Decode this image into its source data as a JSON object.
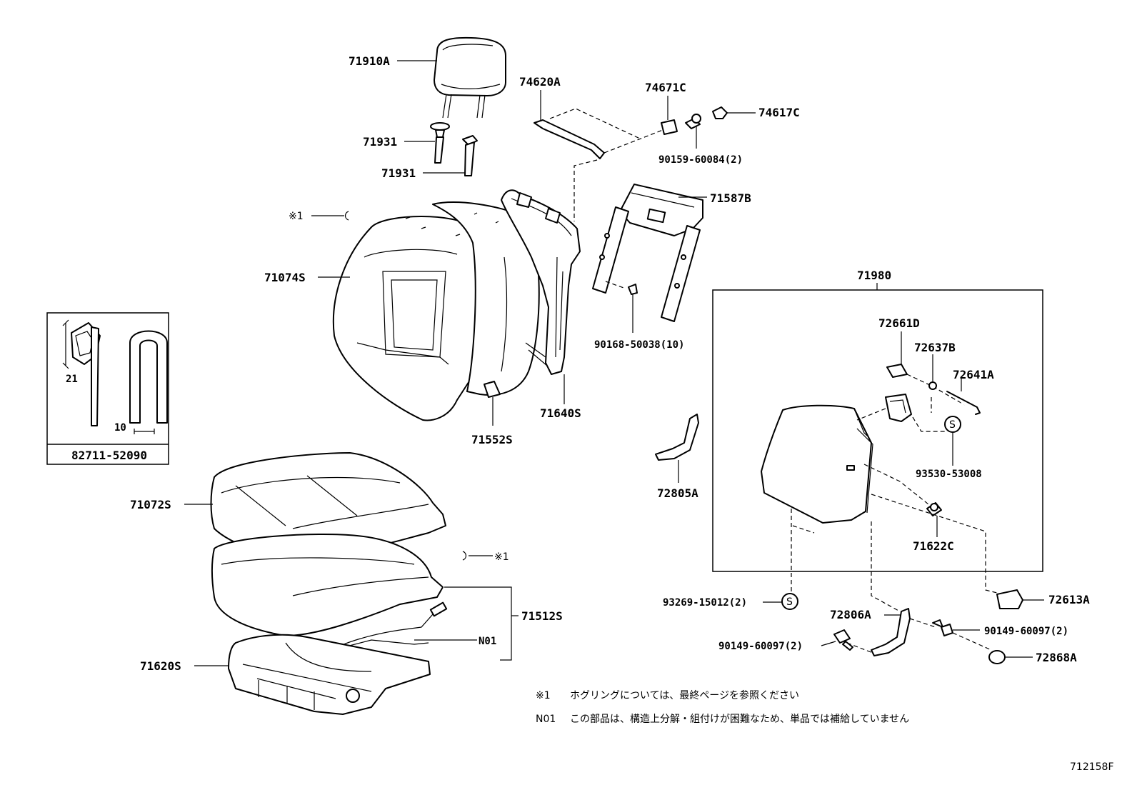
{
  "diagram": {
    "figure_id": "712158F",
    "parts": {
      "p71910A": "71910A",
      "p71931a": "71931",
      "p71931b": "71931",
      "p74620A": "74620A",
      "p74671C": "74671C",
      "p74617C": "74617C",
      "p90159": "90159-60084(2)",
      "p71587B": "71587B",
      "ring1": "※1",
      "p71074S": "71074S",
      "p90168": "90168-50038(10)",
      "p71980": "71980",
      "p72661D": "72661D",
      "p72637B": "72637B",
      "p72641A": "72641A",
      "p71640S": "71640S",
      "p71552S": "71552S",
      "p72805A": "72805A",
      "p93530": "93530-53008",
      "p71072S": "71072S",
      "p71622C": "71622C",
      "ring2": "※1",
      "p71512S": "71512S",
      "p72613A": "72613A",
      "p93269": "93269-15012(2)",
      "p72806A": "72806A",
      "pN01": "N01",
      "p90149a": "90149-60097(2)",
      "p90149b": "90149-60097(2)",
      "p71620S": "71620S",
      "p72868A": "72868A"
    },
    "inset": {
      "part_no": "82711-52090",
      "dim_a": "21",
      "dim_b": "10"
    },
    "s_symbol": "S",
    "notes": {
      "note1_mark": "※1",
      "note1_text": "ホグリングについては、最終ページを参照ください",
      "note2_mark": "N01",
      "note2_text": "この部品は、構造上分解・組付けが困難なため、単品では補給していません"
    }
  }
}
